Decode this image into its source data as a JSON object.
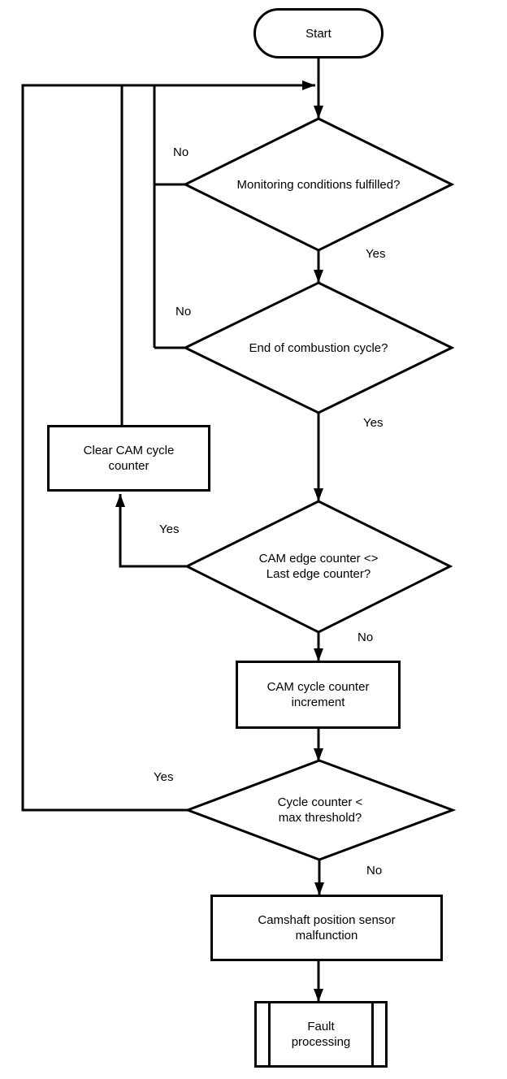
{
  "colors": {
    "background": "#ffffff",
    "line": "#000000",
    "text": "#000000"
  },
  "nodes": {
    "start": {
      "type": "terminator",
      "label": "Start"
    },
    "monitoring": {
      "type": "decision",
      "label": "Monitoring conditions fulfilled?"
    },
    "combustion": {
      "type": "decision",
      "label": "End of combustion cycle?"
    },
    "clear_counter": {
      "type": "process",
      "label": "Clear CAM cycle\ncounter"
    },
    "edge_compare": {
      "type": "decision",
      "label": "CAM edge counter <>\nLast edge counter?"
    },
    "increment": {
      "type": "process",
      "label": "CAM cycle counter\nincrement"
    },
    "threshold": {
      "type": "decision",
      "label": "Cycle counter <\nmax threshold?"
    },
    "malfunction": {
      "type": "process",
      "label": "Camshaft position sensor\nmalfunction"
    },
    "fault_processing": {
      "type": "predefined-process",
      "label": "Fault\nprocessing"
    }
  },
  "edge_labels": {
    "monitoring_no": "No",
    "monitoring_yes": "Yes",
    "combustion_no": "No",
    "combustion_yes": "Yes",
    "edge_compare_yes": "Yes",
    "edge_compare_no": "No",
    "threshold_yes": "Yes",
    "threshold_no": "No"
  }
}
